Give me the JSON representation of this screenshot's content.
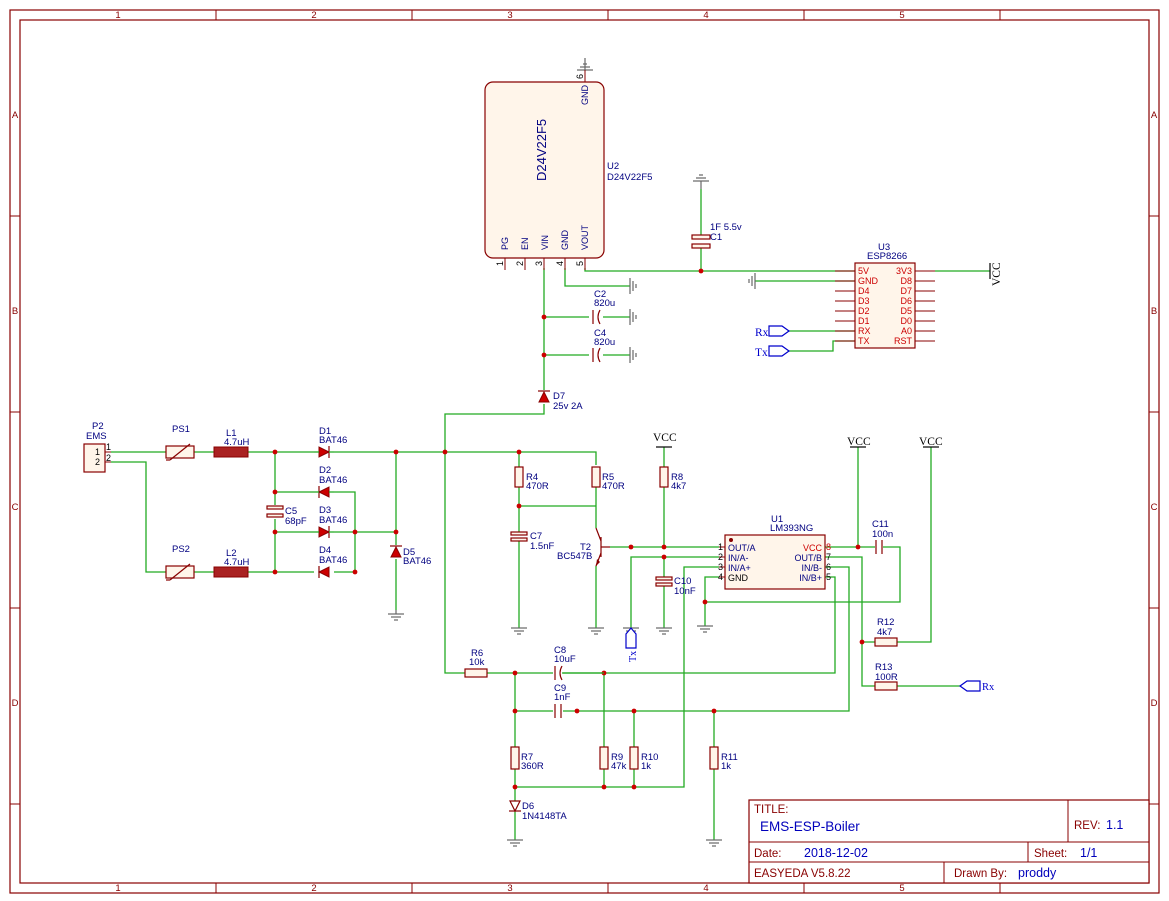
{
  "frame": {
    "columns": [
      "1",
      "2",
      "3",
      "4",
      "5"
    ],
    "rows": [
      "A",
      "B",
      "C",
      "D"
    ]
  },
  "title_block": {
    "title_label": "TITLE:",
    "title": "EMS-ESP-Boiler",
    "rev_label": "REV:",
    "rev": "1.1",
    "date_label": "Date:",
    "date": "2018-12-02",
    "sheet_label": "Sheet:",
    "sheet": "1/1",
    "tool": "EASYEDA V5.8.22",
    "drawn_label": "Drawn By:",
    "drawn_by": "proddy"
  },
  "components": {
    "u2": {
      "ref": "U2",
      "value": "D24V22F5",
      "body_text": "D24V22F5",
      "pins": [
        {
          "no": "1",
          "name": "PG"
        },
        {
          "no": "2",
          "name": "EN"
        },
        {
          "no": "3",
          "name": "VIN"
        },
        {
          "no": "4",
          "name": "GND"
        },
        {
          "no": "5",
          "name": "VOUT"
        },
        {
          "no": "6",
          "name": "GND"
        }
      ]
    },
    "u3": {
      "ref": "U3",
      "value": "ESP8266",
      "left_pins": [
        "5V",
        "GND",
        "D4",
        "D3",
        "D2",
        "D1",
        "RX",
        "TX"
      ],
      "right_pins": [
        "3V3",
        "D8",
        "D7",
        "D6",
        "D5",
        "D0",
        "A0",
        "RST"
      ]
    },
    "u1": {
      "ref": "U1",
      "value": "LM393NG",
      "left_pins": [
        {
          "no": "1",
          "name": "OUT/A"
        },
        {
          "no": "2",
          "name": "IN/A-"
        },
        {
          "no": "3",
          "name": "IN/A+"
        },
        {
          "no": "4",
          "name": "GND"
        }
      ],
      "right_pins": [
        {
          "no": "8",
          "name": "VCC"
        },
        {
          "no": "7",
          "name": "OUT/B"
        },
        {
          "no": "6",
          "name": "IN/B-"
        },
        {
          "no": "5",
          "name": "IN/B+"
        }
      ]
    },
    "p2": {
      "ref": "P2",
      "value": "EMS",
      "pin1": "1",
      "pin2": "2"
    },
    "ps1": {
      "ref": "PS1"
    },
    "ps2": {
      "ref": "PS2"
    },
    "l1": {
      "ref": "L1",
      "value": "4.7uH"
    },
    "l2": {
      "ref": "L2",
      "value": "4.7uH"
    },
    "d1": {
      "ref": "D1",
      "value": "BAT46"
    },
    "d2": {
      "ref": "D2",
      "value": "BAT46"
    },
    "d3": {
      "ref": "D3",
      "value": "BAT46"
    },
    "d4": {
      "ref": "D4",
      "value": "BAT46"
    },
    "d5": {
      "ref": "D5",
      "value": "BAT46"
    },
    "d6": {
      "ref": "D6",
      "value": "1N4148TA"
    },
    "d7": {
      "ref": "D7",
      "value": "25v 2A"
    },
    "c1": {
      "ref": "C1",
      "value": "1F 5.5v"
    },
    "c2": {
      "ref": "C2",
      "value": "820u"
    },
    "c4": {
      "ref": "C4",
      "value": "820u"
    },
    "c5": {
      "ref": "C5",
      "value": "68pF"
    },
    "c7": {
      "ref": "C7",
      "value": "1.5nF"
    },
    "c8": {
      "ref": "C8",
      "value": "10uF"
    },
    "c9": {
      "ref": "C9",
      "value": "1nF"
    },
    "c10": {
      "ref": "C10",
      "value": "10nF"
    },
    "c11": {
      "ref": "C11",
      "value": "100n"
    },
    "r4": {
      "ref": "R4",
      "value": "470R"
    },
    "r5": {
      "ref": "R5",
      "value": "470R"
    },
    "r6": {
      "ref": "R6",
      "value": "10k"
    },
    "r7": {
      "ref": "R7",
      "value": "360R"
    },
    "r8": {
      "ref": "R8",
      "value": "4k7"
    },
    "r9": {
      "ref": "R9",
      "value": "47k"
    },
    "r10": {
      "ref": "R10",
      "value": "1k"
    },
    "r11": {
      "ref": "R11",
      "value": "1k"
    },
    "r12": {
      "ref": "R12",
      "value": "4k7"
    },
    "r13": {
      "ref": "R13",
      "value": "100R"
    },
    "t2": {
      "ref": "T2",
      "value": "BC547B"
    }
  },
  "nets": {
    "vcc": "VCC",
    "rx": "Rx",
    "tx": "Tx"
  },
  "colors": {
    "frame": "#880000",
    "wire": "#22aa22",
    "label": "#000080",
    "junction": "#cc0000",
    "net_tag": "#0000cc",
    "title_value": "#0000bb"
  }
}
